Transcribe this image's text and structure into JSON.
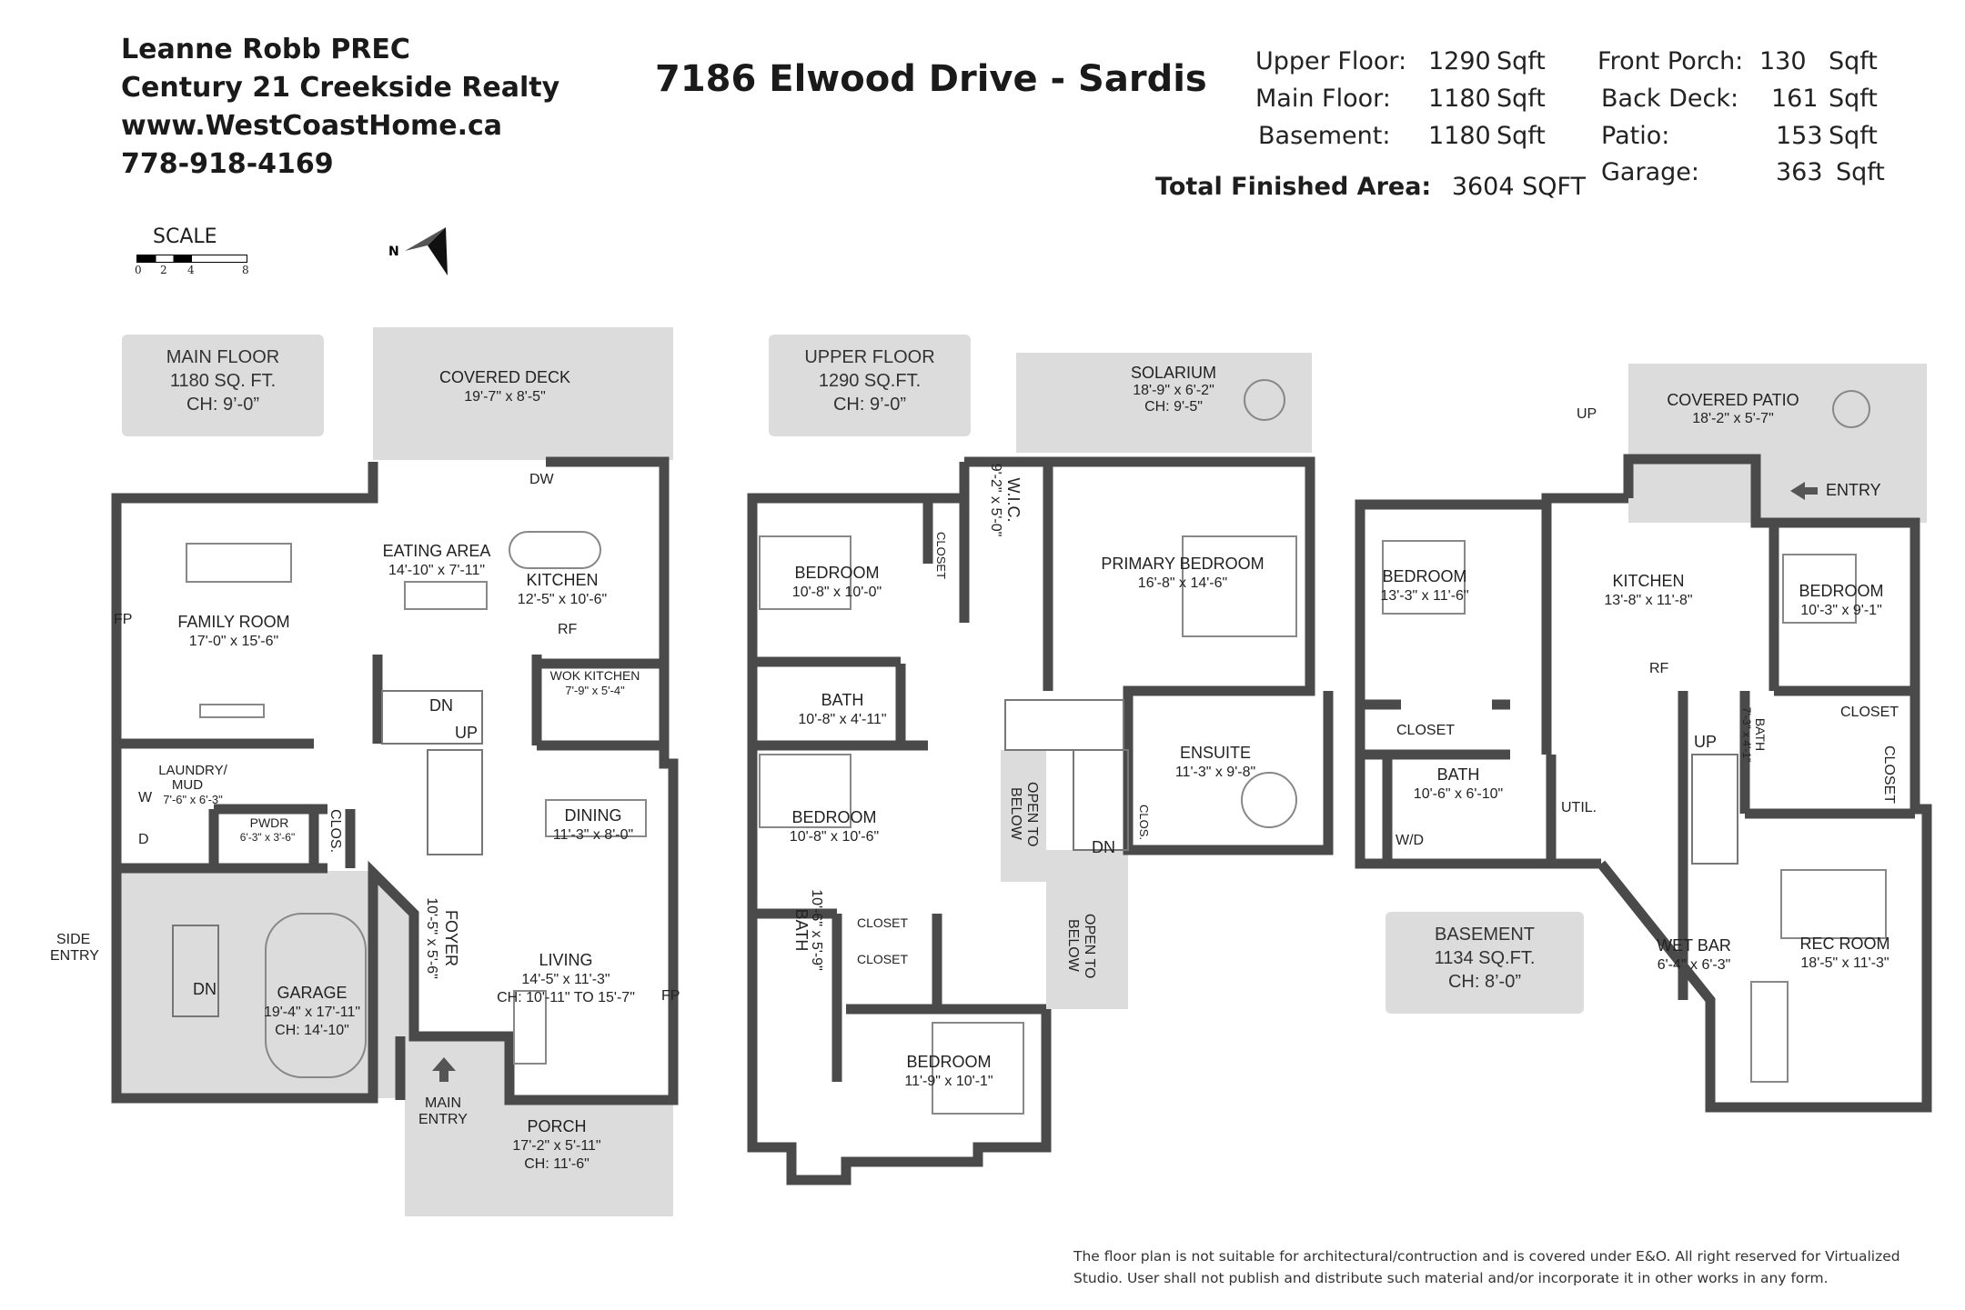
{
  "agent": {
    "name": "Leanne Robb PREC",
    "company": "Century 21 Creekside Realty",
    "website": "www.WestCoastHome.ca",
    "phone": "778-918-4169"
  },
  "title": "7186 Elwood Drive - Sardis",
  "areas_left": [
    {
      "label": "Upper Floor:",
      "value": "1290",
      "unit": "Sqft"
    },
    {
      "label": "Main Floor:",
      "value": "1180",
      "unit": "Sqft"
    },
    {
      "label": "Basement:",
      "value": "1180",
      "unit": "Sqft"
    }
  ],
  "areas_right": [
    {
      "label": "Front Porch:",
      "value": "130",
      "unit": "Sqft"
    },
    {
      "label": "Back Deck:",
      "value": "161",
      "unit": "Sqft"
    },
    {
      "label": "Patio:",
      "value": "153",
      "unit": "Sqft"
    },
    {
      "label": "Garage:",
      "value": "363",
      "unit": "Sqft"
    }
  ],
  "total": {
    "label": "Total Finished Area:",
    "value": "3604 SQFT"
  },
  "scale": {
    "label": "SCALE",
    "ticks": [
      "0",
      "2",
      "4",
      "8"
    ]
  },
  "floors": {
    "main": {
      "name": "MAIN FLOOR",
      "area": "1180 SQ. FT.",
      "ch": "CH: 9’-0”"
    },
    "upper": {
      "name": "UPPER FLOOR",
      "area": "1290 SQ.FT.",
      "ch": "CH: 9’-0”"
    },
    "basement": {
      "name": "BASEMENT",
      "area": "1134 SQ.FT.",
      "ch": "CH: 8’-0”"
    }
  },
  "rooms": {
    "covered_deck": {
      "name": "COVERED DECK",
      "dim": "19'-7\" x 8'-5\""
    },
    "eating_area": {
      "name": "EATING AREA",
      "dim": "14'-10\" x 7'-11\""
    },
    "kitchen_main": {
      "name": "KITCHEN",
      "dim": "12'-5\" x 10'-6\""
    },
    "family_room": {
      "name": "FAMILY ROOM",
      "dim": "17'-0\" x 15'-6\""
    },
    "wok_kitchen": {
      "name": "WOK KITCHEN",
      "dim": "7'-9\" x 5'-4\""
    },
    "laundry": {
      "name": "LAUNDRY/",
      "name2": "MUD",
      "dim": "7'-6\" x 6'-3\""
    },
    "pwdr": {
      "name": "PWDR",
      "dim": "6'-3\" x 3'-6\""
    },
    "dining": {
      "name": "DINING",
      "dim": "11'-3\" x 8'-0\""
    },
    "garage": {
      "name": "GARAGE",
      "dim": "19'-4\" x 17'-11\"",
      "ch": "CH: 14'-10\""
    },
    "foyer": {
      "name": "FOYER",
      "dim": "10'-5\" x 5'-6\""
    },
    "living": {
      "name": "LIVING",
      "dim": "14'-5\" x 11'-3\"",
      "ch": "CH: 10'-11\" TO 15'-7\""
    },
    "porch": {
      "name": "PORCH",
      "dim": "17'-2\" x 5'-11\"",
      "ch": "CH: 11'-6\""
    },
    "solarium": {
      "name": "SOLARIUM",
      "dim": "18'-9\" x 6'-2\"",
      "ch": "CH: 9'-5\""
    },
    "wic": {
      "name": "W.I.C.",
      "dim": "9'-2\" x 5'-0\""
    },
    "primary_bedroom": {
      "name": "PRIMARY BEDROOM",
      "dim": "16'-8\" x 14'-6\""
    },
    "bedroom_u1": {
      "name": "BEDROOM",
      "dim": "10'-8\" x 10'-0\""
    },
    "bath_u1": {
      "name": "BATH",
      "dim": "10'-8\" x 4'-11\""
    },
    "bedroom_u2": {
      "name": "BEDROOM",
      "dim": "10'-8\" x 10'-6\""
    },
    "ensuite": {
      "name": "ENSUITE",
      "dim": "11'-3\" x 9'-8\""
    },
    "bath_u2": {
      "name": "BATH",
      "dim": "10'-6\" x 5'-9\""
    },
    "bedroom_u3": {
      "name": "BEDROOM",
      "dim": "11'-9\" x 10'-1\""
    },
    "covered_patio": {
      "name": "COVERED PATIO",
      "dim": "18'-2\" x 5'-7\""
    },
    "bedroom_b1": {
      "name": "BEDROOM",
      "dim": "13'-3\" x 11'-6\""
    },
    "kitchen_b": {
      "name": "KITCHEN",
      "dim": "13'-8\" x 11'-8\""
    },
    "bedroom_b2": {
      "name": "BEDROOM",
      "dim": "10'-3\" x 9'-1\""
    },
    "bath_b1": {
      "name": "BATH",
      "dim": "10'-6\" x 6'-10\""
    },
    "bath_b2": {
      "name": "BATH",
      "dim": "7'-3\" x 4'-1\""
    },
    "wet_bar": {
      "name": "WET BAR",
      "dim": "6'-4\" x 6'-3\""
    },
    "rec_room": {
      "name": "REC ROOM",
      "dim": "18'-5\" x 11'-3\""
    }
  },
  "labels": {
    "dw": "DW",
    "rf": "RF",
    "rf_b": "RF",
    "fp_family": "FP",
    "fp_living": "FP",
    "dn_main_stair": "DN",
    "up_main_stair": "UP",
    "dn_garage": "DN",
    "w": "W",
    "d": "D",
    "clos_main": "CLOS.",
    "side_entry": "SIDE",
    "side_entry2": "ENTRY",
    "main_entry": "MAIN",
    "main_entry2": "ENTRY",
    "closet_u1": "CLOSET",
    "closet_u2": "CLOSET",
    "closet_u3": "CLOSET",
    "clos_ensuite": "CLOS.",
    "open_below_1": "OPEN TO",
    "open_below_1b": "BELOW",
    "open_below_2": "OPEN TO",
    "open_below_2b": "BELOW",
    "dn_upper": "DN",
    "up_patio": "UP",
    "entry_b": "ENTRY",
    "closet_b1": "CLOSET",
    "closet_b2": "CLOSET",
    "closet_b3": "CLOSET",
    "util": "UTIL.",
    "wd": "W/D",
    "up_basement": "UP"
  },
  "disclaimer": "The floor plan is not suitable for architectural/contruction and is covered under E&O. All right reserved for Virtualized Studio. User shall not publish and distribute such material and/or incorporate it in other works in any form.",
  "colors": {
    "wall": "#4a4a4a",
    "exterior_fill": "#dcdcdc",
    "text": "#222222"
  }
}
